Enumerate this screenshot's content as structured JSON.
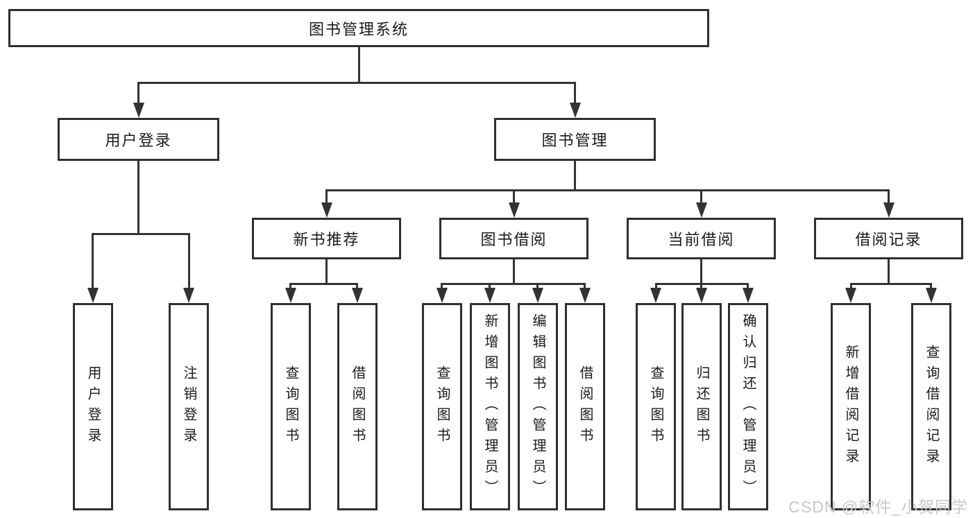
{
  "diagram": {
    "tree": {
      "label": "图书管理系统",
      "children": [
        {
          "label": "用户登录",
          "children": [
            {
              "label": "用户登录"
            },
            {
              "label": "注销登录"
            }
          ]
        },
        {
          "label": "图书管理",
          "children": [
            {
              "label": "新书推荐",
              "children": [
                {
                  "label": "查询图书"
                },
                {
                  "label": "借阅图书"
                }
              ]
            },
            {
              "label": "图书借阅",
              "children": [
                {
                  "label": "查询图书"
                },
                {
                  "label": "新增图书（管理员）"
                },
                {
                  "label": "编辑图书（管理员）"
                },
                {
                  "label": "借阅图书"
                }
              ]
            },
            {
              "label": "当前借阅",
              "children": [
                {
                  "label": "查询图书"
                },
                {
                  "label": "归还图书"
                },
                {
                  "label": "确认归还（管理员）"
                }
              ]
            },
            {
              "label": "借阅记录",
              "children": [
                {
                  "label": "新增借阅记录"
                },
                {
                  "label": "查询借阅记录"
                }
              ]
            }
          ]
        }
      ]
    },
    "watermark": "CSDN @软件_小贺同学",
    "colors": {
      "border": "#2f2f2f",
      "line": "#333333",
      "box_fill": "#ffffff",
      "text": "#1b1b1b",
      "watermark": "#c8c8c8"
    }
  }
}
